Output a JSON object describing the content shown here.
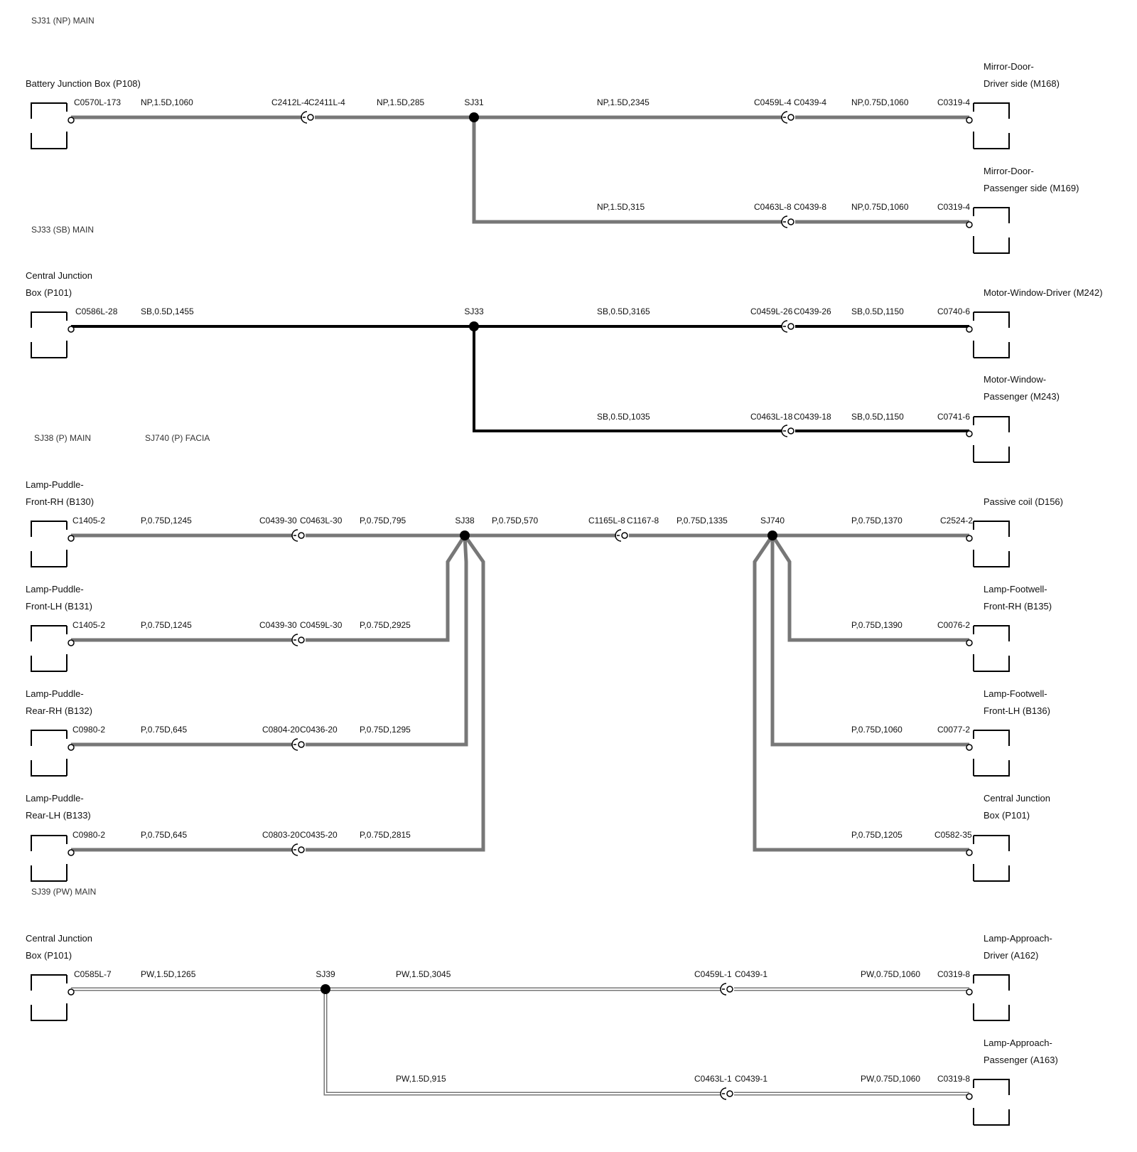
{
  "sections": [
    {
      "key": "s1",
      "labels": [
        "SJ31 (NP) MAIN"
      ]
    },
    {
      "key": "s2",
      "labels": [
        "SJ33 (SB) MAIN"
      ]
    },
    {
      "key": "s3",
      "labels": [
        "SJ38 (P) MAIN",
        "SJ740 (P) FACIA"
      ]
    },
    {
      "key": "s4",
      "labels": [
        "SJ39 (PW) MAIN"
      ]
    }
  ],
  "wire_colors": {
    "NP": "#7a7a7a",
    "SB": "#111111",
    "P": "#7a7a7a",
    "PW": "#ffffff"
  },
  "components": {
    "p108": [
      "Battery Junction Box (P108)"
    ],
    "m168": [
      "Mirror-Door-",
      "Driver side (M168)"
    ],
    "m169": [
      "Mirror-Door-",
      "Passenger side (M169)"
    ],
    "p101a": [
      "Central Junction",
      "Box (P101)"
    ],
    "m242": [
      "Motor-Window-Driver (M242)"
    ],
    "m243": [
      "Motor-Window-",
      "Passenger (M243)"
    ],
    "b130": [
      "Lamp-Puddle-",
      "Front-RH (B130)"
    ],
    "b131": [
      "Lamp-Puddle-",
      "Front-LH (B131)"
    ],
    "b132": [
      "Lamp-Puddle-",
      "Rear-RH (B132)"
    ],
    "b133": [
      "Lamp-Puddle-",
      "Rear-LH (B133)"
    ],
    "d156": [
      "Passive coil (D156)"
    ],
    "b135": [
      "Lamp-Footwell-",
      "Front-RH (B135)"
    ],
    "b136": [
      "Lamp-Footwell-",
      "Front-LH (B136)"
    ],
    "p101b": [
      "Central Junction",
      "Box (P101)"
    ],
    "p101c": [
      "Central Junction",
      "Box (P101)"
    ],
    "a162": [
      "Lamp-Approach-",
      "Driver (A162)"
    ],
    "a163": [
      "Lamp-Approach-",
      "Passenger (A163)"
    ]
  },
  "splices": {
    "sj31": "SJ31",
    "sj33": "SJ33",
    "sj38": "SJ38",
    "sj740": "SJ740",
    "sj39": "SJ39"
  },
  "inline_connectors": {
    "c1": {
      "a": "C2412L-4",
      "b": "C2411L-4"
    },
    "c2": {
      "a": "C0459L-4",
      "b": "C0439-4"
    },
    "c3": {
      "a": "C0463L-8",
      "b": "C0439-8"
    },
    "c4": {
      "a": "C0459L-26",
      "b": "C0439-26"
    },
    "c5": {
      "a": "C0463L-18",
      "b": "C0439-18"
    },
    "c6": {
      "a": "C0439-30",
      "b": "C0463L-30"
    },
    "c7": {
      "a": "C1165L-8",
      "b": "C1167-8"
    },
    "c8": {
      "a": "C0439-30",
      "b": "C0459L-30"
    },
    "c9": {
      "a": "C0804-20",
      "b": "C0436-20"
    },
    "c10": {
      "a": "C0803-20",
      "b": "C0435-20"
    },
    "c11": {
      "a": "C0459L-1",
      "b": "C0439-1"
    },
    "c12": {
      "a": "C0463L-1",
      "b": "C0439-1"
    }
  },
  "pins": {
    "p108": "C0570L-173",
    "m168": "C0319-4",
    "m169": "C0319-4",
    "p101a": "C0586L-28",
    "m242": "C0740-6",
    "m243": "C0741-6",
    "b130": "C1405-2",
    "b131": "C1405-2",
    "b132": "C0980-2",
    "b133": "C0980-2",
    "d156": "C2524-2",
    "b135": "C0076-2",
    "b136": "C0077-2",
    "p101b": "C0582-35",
    "p101c": "C0585L-7",
    "a162": "C0319-8",
    "a163": "C0319-8"
  },
  "wires": {
    "w1": "NP,1.5D,1060",
    "w2": "NP,1.5D,285",
    "w3": "NP,1.5D,2345",
    "w4": "NP,0.75D,1060",
    "w5": "NP,1.5D,315",
    "w6": "NP,0.75D,1060",
    "w7": "SB,0.5D,1455",
    "w8": "SB,0.5D,3165",
    "w9": "SB,0.5D,1150",
    "w10": "SB,0.5D,1035",
    "w11": "SB,0.5D,1150",
    "w12": "P,0.75D,1245",
    "w13": "P,0.75D,795",
    "w14": "P,0.75D,570",
    "w15": "P,0.75D,1335",
    "w16": "P,0.75D,1370",
    "w17": "P,0.75D,1245",
    "w18": "P,0.75D,2925",
    "w19": "P,0.75D,645",
    "w20": "P,0.75D,1295",
    "w21": "P,0.75D,645",
    "w22": "P,0.75D,2815",
    "w23": "P,0.75D,1390",
    "w24": "P,0.75D,1060",
    "w25": "P,0.75D,1205",
    "w26": "PW,1.5D,1265",
    "w27": "PW,1.5D,3045",
    "w28": "PW,0.75D,1060",
    "w29": "PW,1.5D,915",
    "w30": "PW,0.75D,1060"
  }
}
